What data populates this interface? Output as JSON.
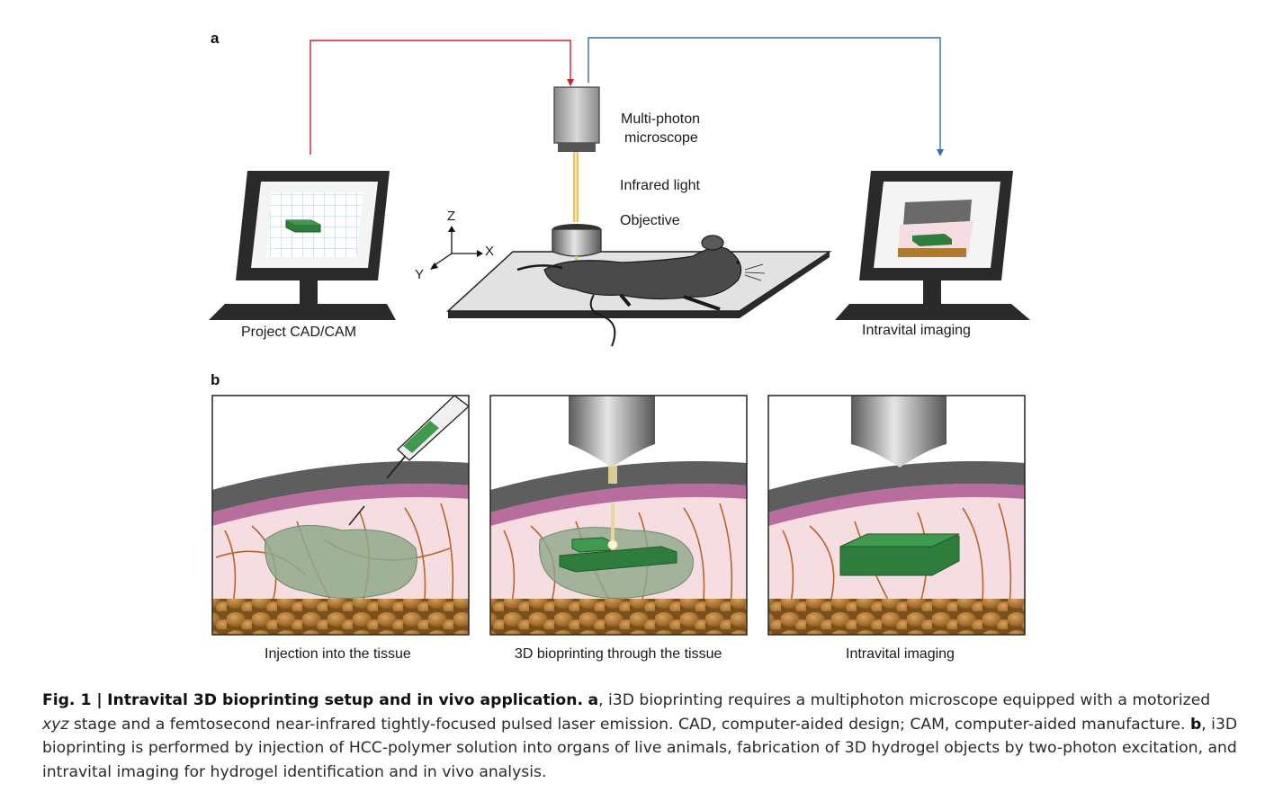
{
  "panels": {
    "a": {
      "letter": "a",
      "labels": {
        "microscope": [
          "Multi-photon",
          "microscope"
        ],
        "infrared": "Infrared light",
        "objective": "Objective",
        "left_monitor": "Project CAD/CAM",
        "right_monitor": "Intravital imaging",
        "axes": {
          "z": "Z",
          "x": "X",
          "y": "Y"
        }
      }
    },
    "b": {
      "letter": "b",
      "captions": [
        "Injection into the tissue",
        "3D bioprinting through the tissue",
        "Intravital imaging"
      ]
    }
  },
  "caption": {
    "fig_label": "Fig. 1 |",
    "title": "Intravital 3D bioprinting setup and in vivo application.",
    "a_marker": "a",
    "a_text_1": ", i3D bioprinting requires a multiphoton microscope equipped with a motorized ",
    "a_italic": "xyz",
    "a_text_2": " stage and a femtosecond near-infrared tightly-focused pulsed laser emission. CAD, computer-aided design; CAM, computer-aided manufacture. ",
    "b_marker": "b",
    "b_text": ", i3D bioprinting is performed by injection of HCC-polymer solution into organs of live animals, fabrication of 3D hydrogel objects by two-photon excitation, and intravital imaging for hydrogel identification and in vivo analysis."
  },
  "colors": {
    "red_arrow": "#c8202f",
    "blue_arrow": "#3a6aa8",
    "hydrogel": "#2f7d3c",
    "tissue": "#f6dde2",
    "fat": "#b07a2e",
    "skin": "#5e5e5e"
  }
}
